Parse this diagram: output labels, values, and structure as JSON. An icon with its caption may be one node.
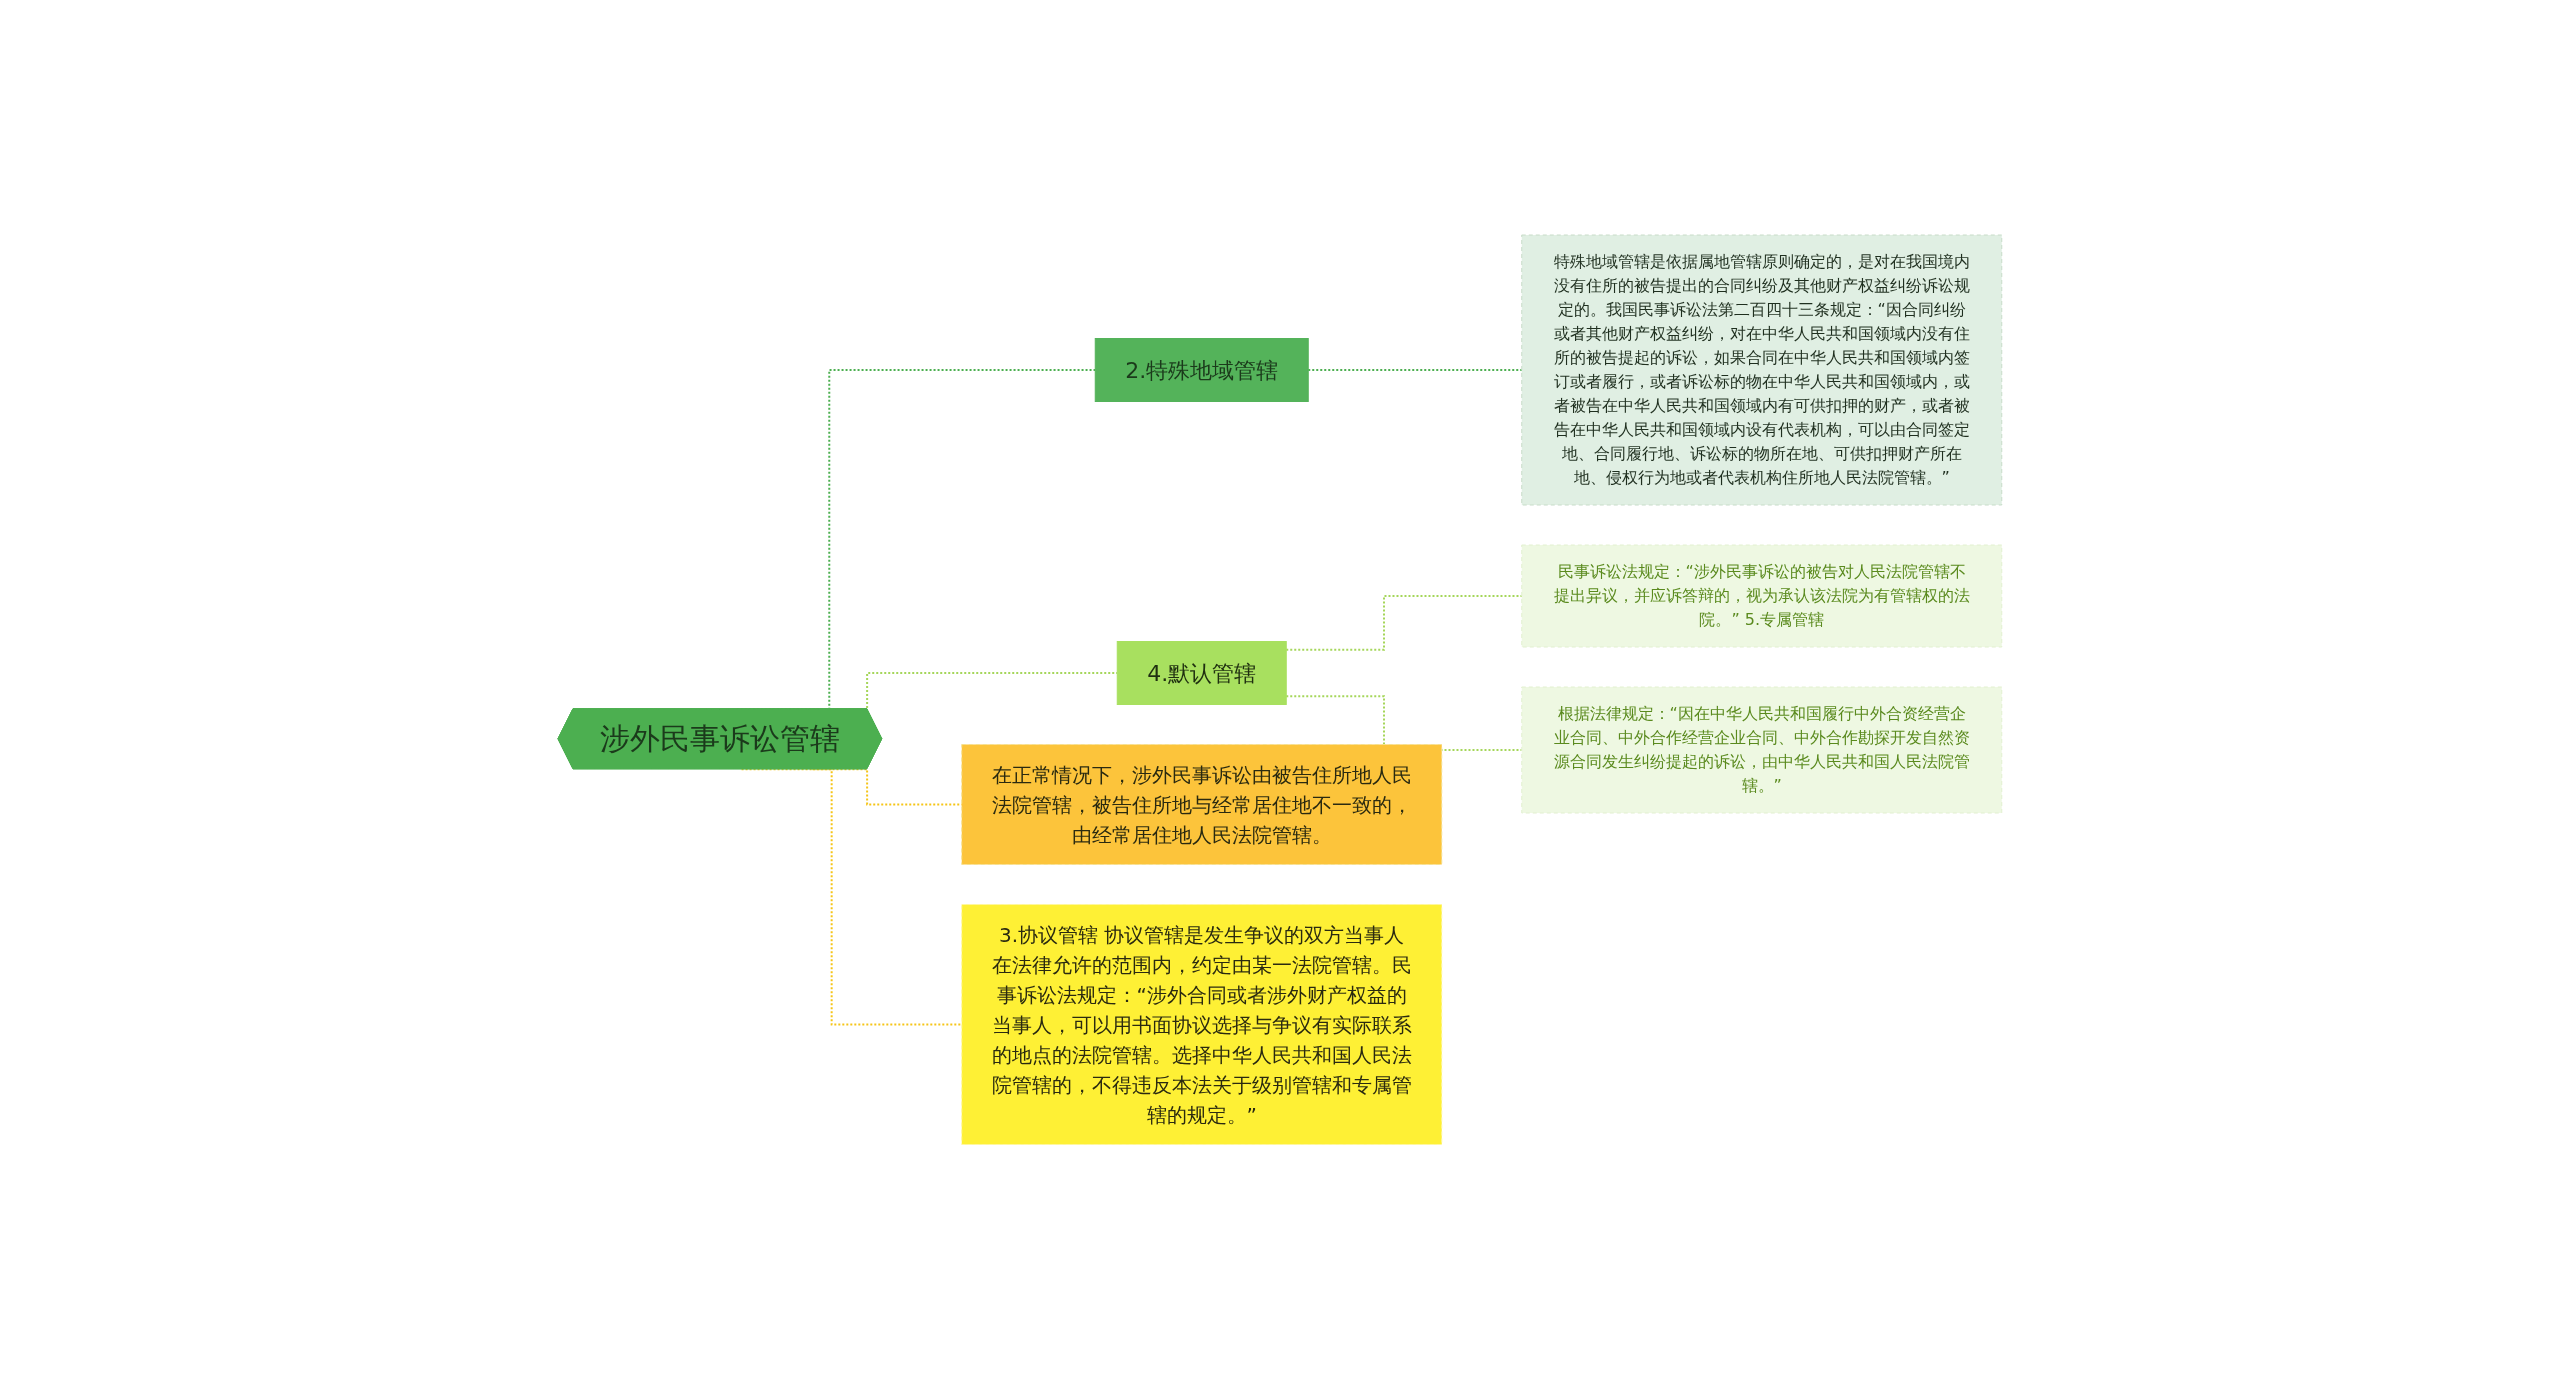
{
  "diagram": {
    "nodes": [
      {
        "text": [
          "涉外民事诉讼管辖"
        ]
      },
      {
        "text": [
          "2.特殊地域管辖"
        ]
      },
      {
        "text": [
          "特殊地域管辖是依据属地管辖原则确定的，是对在我国境内没有住所的被告提出的合同纠纷及其他财产权益纠纷诉讼规定的。我国民事诉讼法第二百四十三条规定：“因合同纠纷或者其他财产权益纠纷，对在中华人民共和国领域内没有住所的被告提起的诉讼，如果合同在中华人民共和国领域内签订或者履行，或者诉讼标的物在中华人民共和国领域内，或者被告在中华人民共和国领域内有可供扣押的财产，或者被告在中华人民共和国领域内设有代表机构，可以由合同签定地、合同履行地、诉讼标的物所在地、可供扣押财产所在地、侵权行为地或者代表机构住所地人民法院管辖。”"
        ]
      },
      {
        "text": [
          "4.默认管辖"
        ]
      },
      {
        "text": [
          "民事诉讼法规定：“涉外民事诉讼的被告对人民法院管辖不提出异议，并应诉答辩的，视为承认该法院为有管辖权的法院。” 5.专属管辖"
        ]
      },
      {
        "text": [
          "根据法律规定：“因在中华人民共和国履行中外合资经营企业合同、中外合作经营企业合同、中外合作勘探开发自然资源合同发生纠纷提起的诉讼，由中华人民共和国人民法院管辖。”"
        ]
      },
      {
        "text": [
          "在正常情况下，涉外民事诉讼由被告住所地人民法院管辖，被告住所地与经常居住地不一致的，由经常居住地人民法院管辖。"
        ]
      },
      {
        "text": [
          "3.协议管辖 协议管辖是发生争议的双方当事人在法律允许的范围内，约定由某一法院管辖。民事诉讼法规定：“涉外合同或者涉外财产权益的当事人，可以用书面协议选择与争议有实际联系的地点的法院管辖。选择中华人民共和国人民法院管辖的，不得违反本法关于级别管辖和专属管辖的规定。”"
        ]
      }
    ],
    "edges": [
      {
        "from": 0,
        "to": 1,
        "arrow": "none",
        "style": "dashed",
        "color": "#4caf50"
      },
      {
        "from": 1,
        "to": 2,
        "arrow": "none",
        "style": "dashed",
        "color": "#4caf50"
      },
      {
        "from": 0,
        "to": 3,
        "arrow": "none",
        "style": "dashed",
        "color": "#a5d65a"
      },
      {
        "from": 3,
        "to": 4,
        "arrow": "none",
        "style": "dashed",
        "color": "#a5d65a"
      },
      {
        "from": 3,
        "to": 5,
        "arrow": "none",
        "style": "dashed",
        "color": "#a5d65a"
      },
      {
        "from": 0,
        "to": 6,
        "arrow": "none",
        "style": "dashed",
        "color": "#f5c518"
      },
      {
        "from": 0,
        "to": 7,
        "arrow": "none",
        "style": "dashed",
        "color": "#f5c518"
      }
    ]
  }
}
